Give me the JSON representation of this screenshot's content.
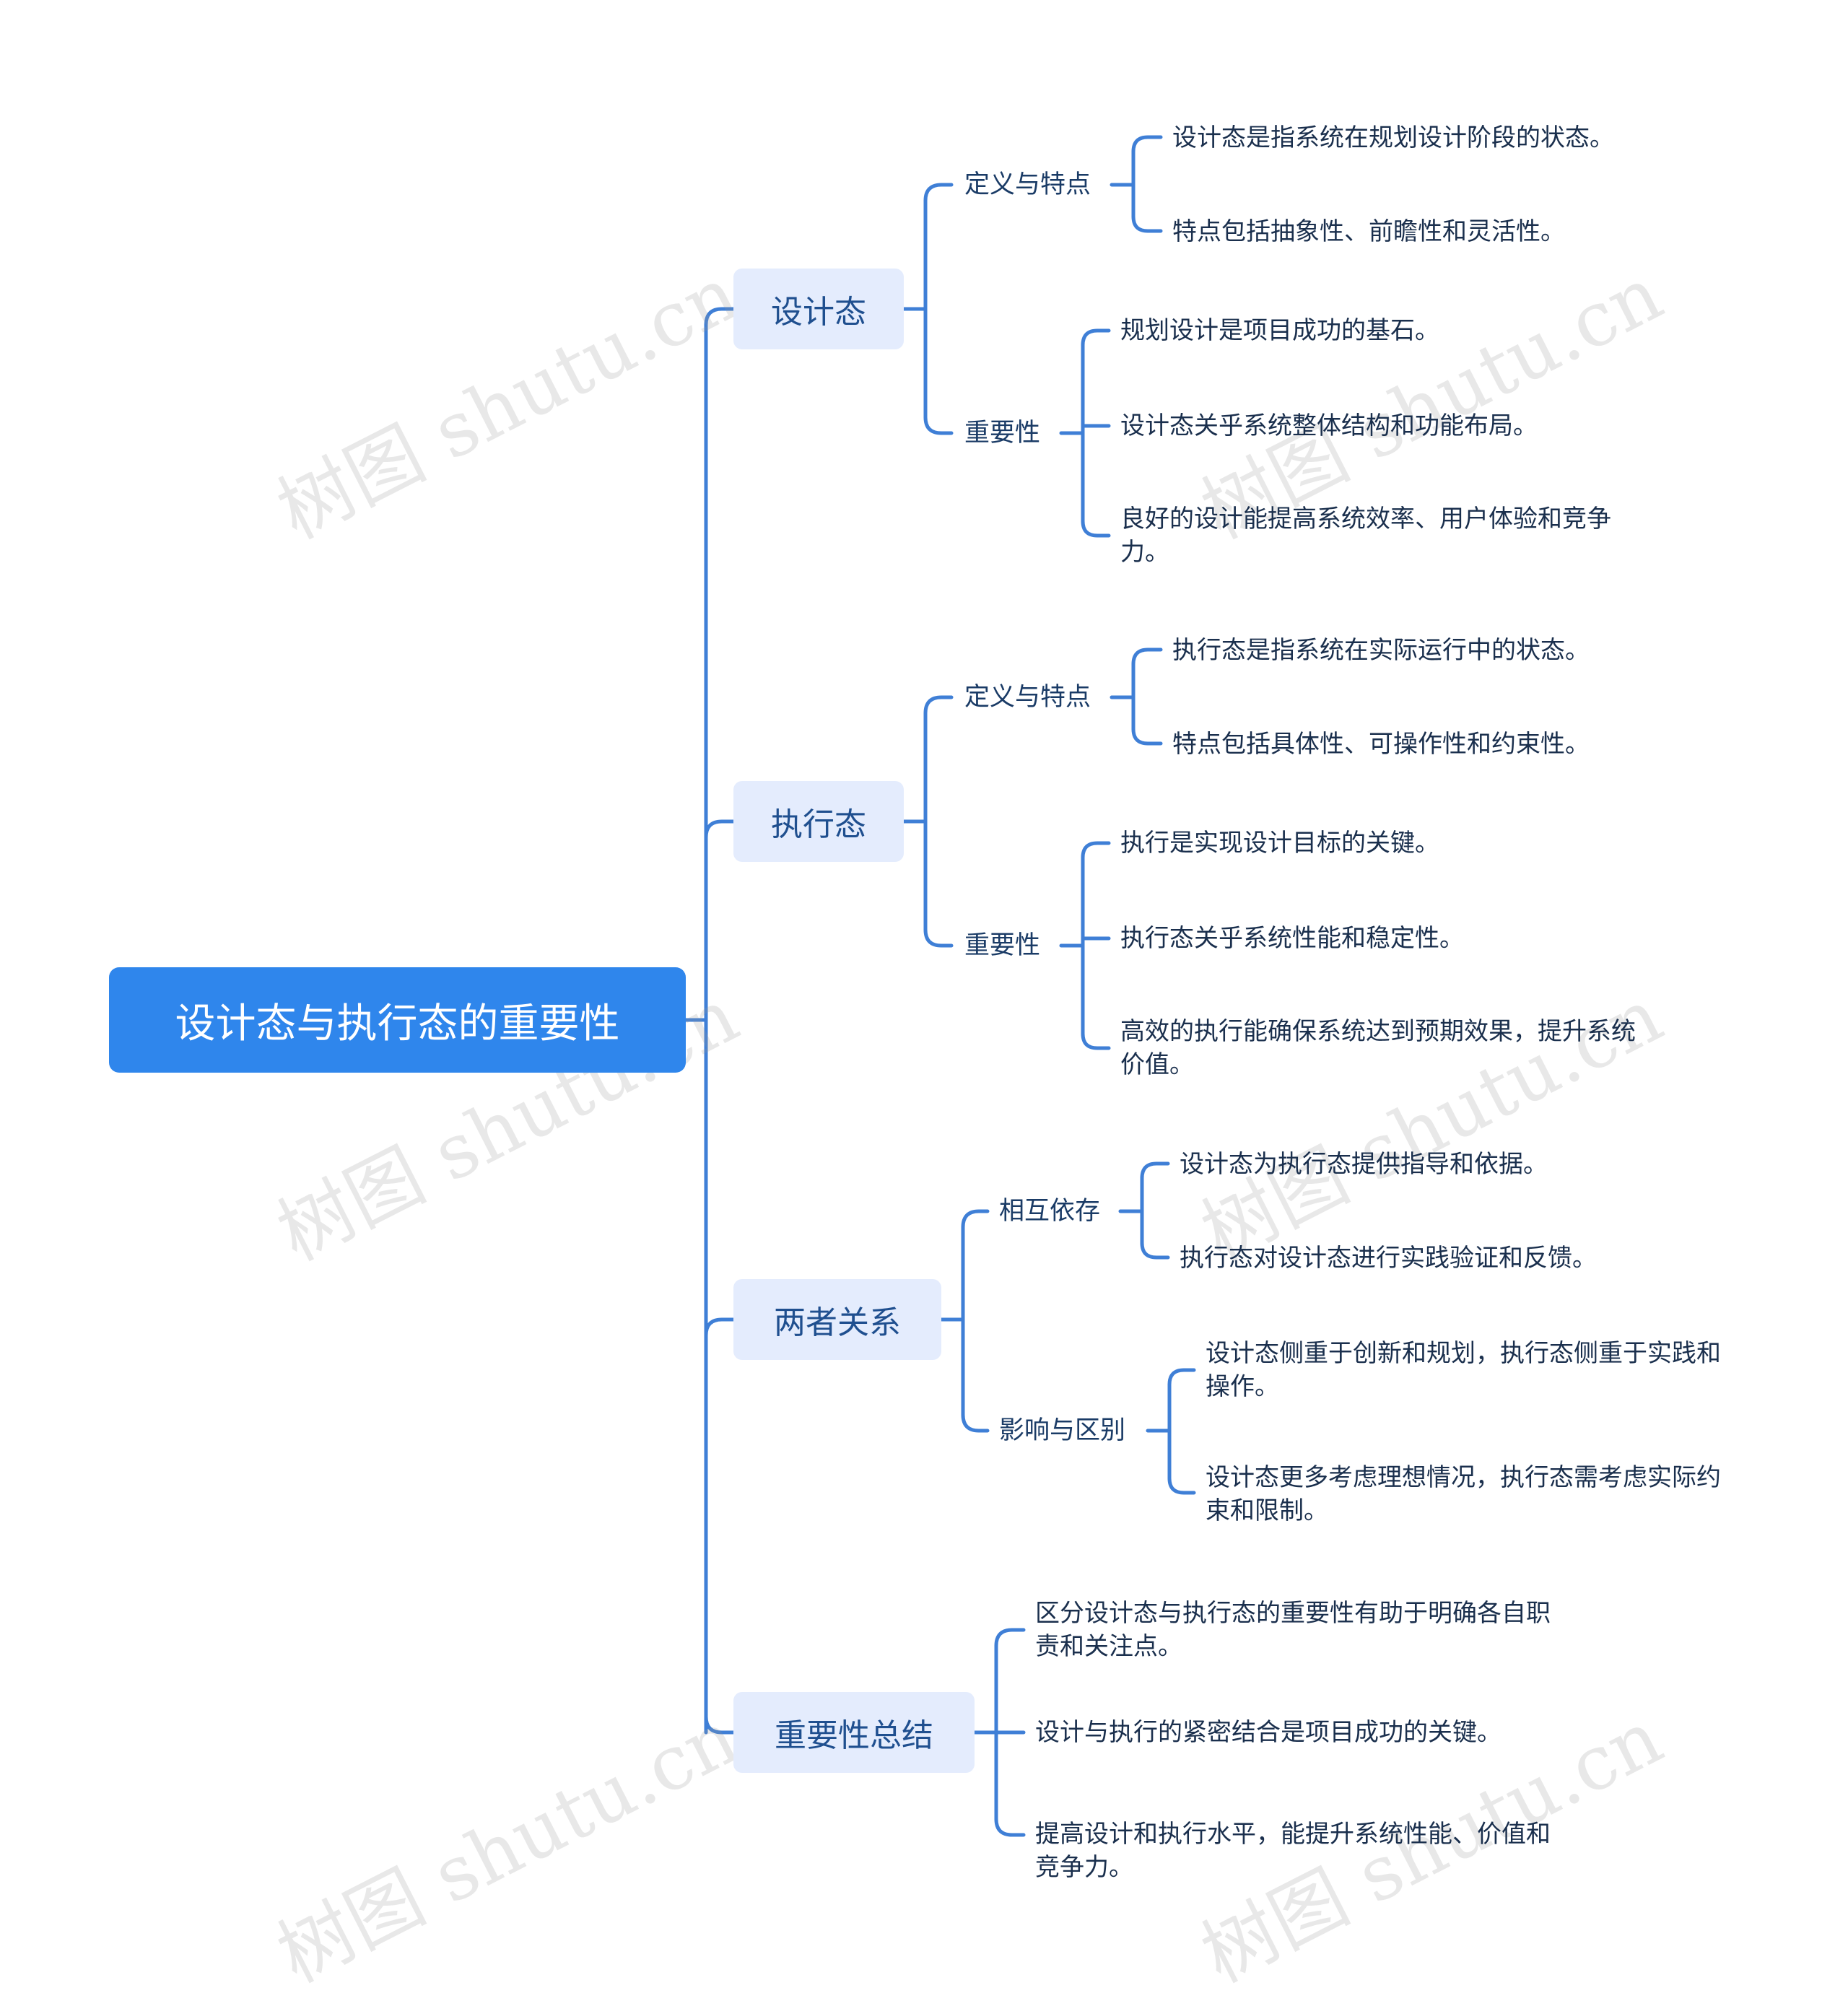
{
  "colors": {
    "root": "#2f86ec",
    "branch_bg": "#e4ecfd",
    "line": "#3f7fd6"
  },
  "watermark": "树图 shutu.cn",
  "root": "设计态与执行态的重要性",
  "branches": [
    {
      "label": "设计态",
      "subs": [
        {
          "label": "定义与特点",
          "leaves": [
            "设计态是指系统在规划设计阶段的状态。",
            "特点包括抽象性、前瞻性和灵活性。"
          ]
        },
        {
          "label": "重要性",
          "leaves": [
            "规划设计是项目成功的基石。",
            "设计态关乎系统整体结构和功能布局。",
            "良好的设计能提高系统效率、用户体验和竞争力。"
          ]
        }
      ]
    },
    {
      "label": "执行态",
      "subs": [
        {
          "label": "定义与特点",
          "leaves": [
            "执行态是指系统在实际运行中的状态。",
            "特点包括具体性、可操作性和约束性。"
          ]
        },
        {
          "label": "重要性",
          "leaves": [
            "执行是实现设计目标的关键。",
            "执行态关乎系统性能和稳定性。",
            "高效的执行能确保系统达到预期效果，提升系统价值。"
          ]
        }
      ]
    },
    {
      "label": "两者关系",
      "subs": [
        {
          "label": "相互依存",
          "leaves": [
            "设计态为执行态提供指导和依据。",
            "执行态对设计态进行实践验证和反馈。"
          ]
        },
        {
          "label": "影响与区别",
          "leaves": [
            "设计态侧重于创新和规划，执行态侧重于实践和操作。",
            "设计态更多考虑理想情况，执行态需考虑实际约束和限制。"
          ]
        }
      ]
    },
    {
      "label": "重要性总结",
      "leaves": [
        "区分设计态与执行态的重要性有助于明确各自职责和关注点。",
        "设计与执行的紧密结合是项目成功的关键。",
        "提高设计和执行水平，能提升系统性能、价值和竞争力。"
      ]
    }
  ]
}
